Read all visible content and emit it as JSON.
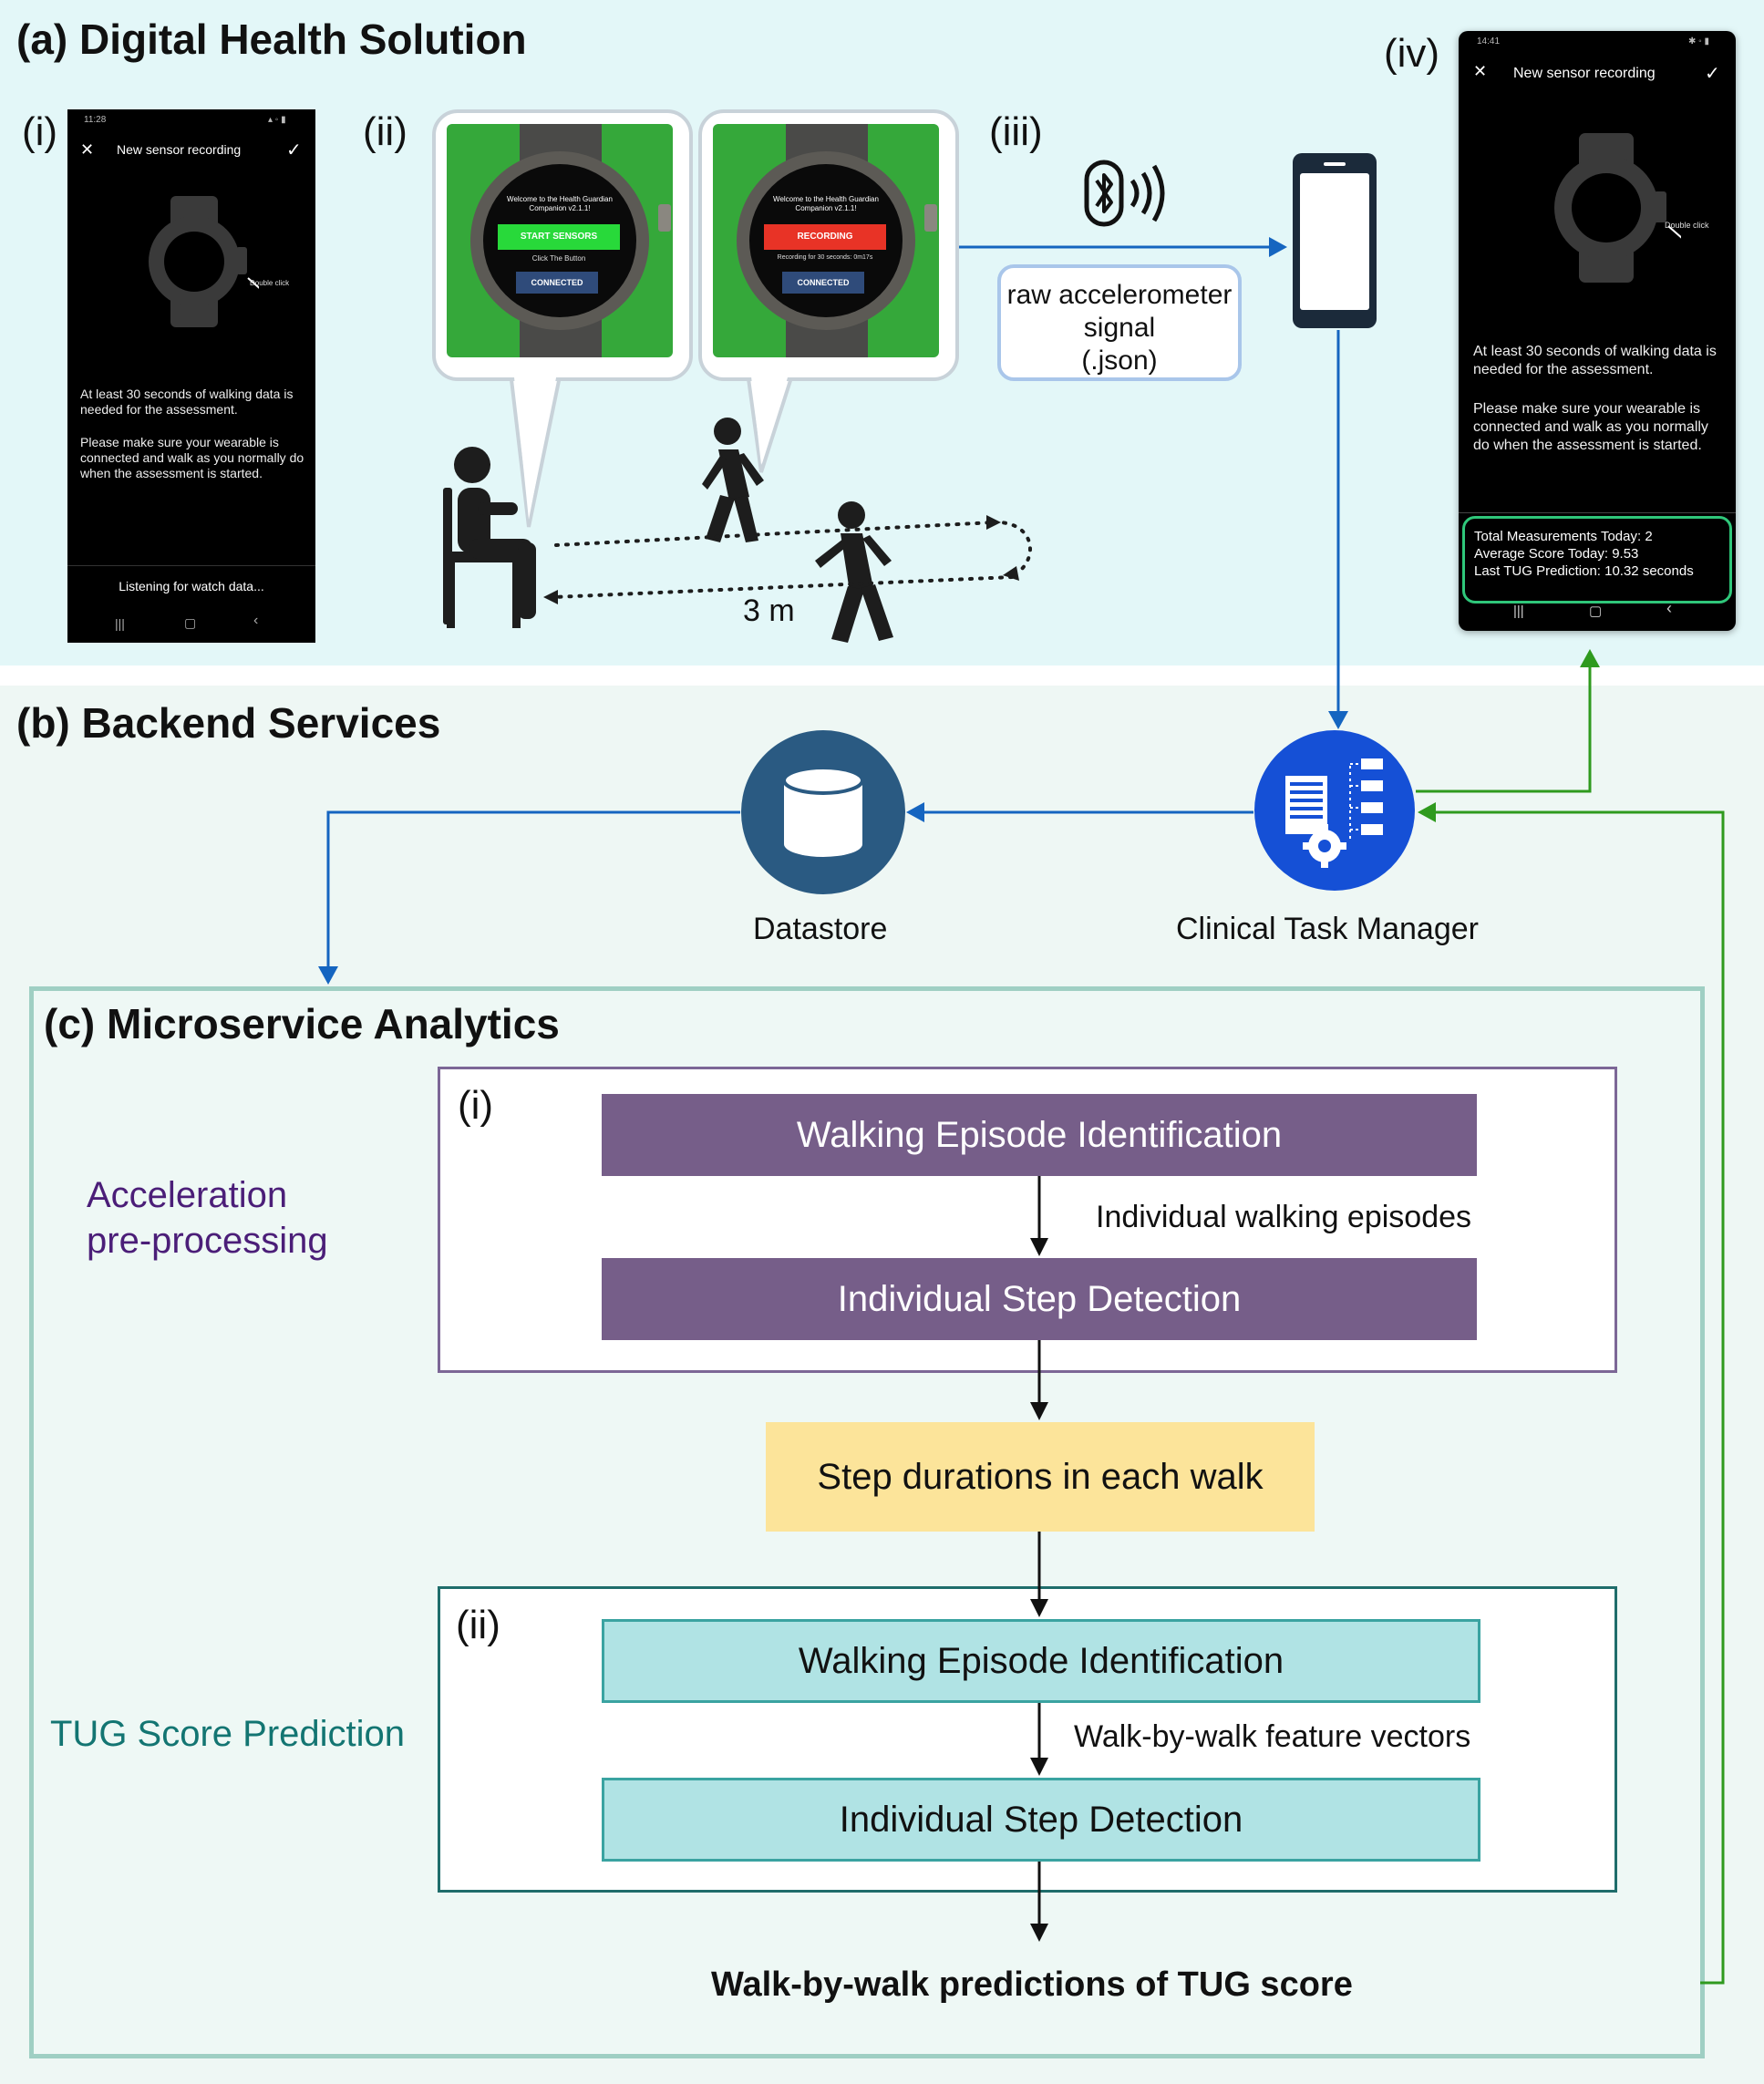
{
  "section_a": {
    "title": "(a) Digital Health Solution",
    "label_i": "(i)",
    "label_ii": "(ii)",
    "label_iii": "(iii)",
    "label_iv": "(iv)",
    "phone_i": {
      "status_time": "11:28",
      "title": "New sensor recording",
      "double_click": "Double click",
      "text1": "At least 30 seconds of walking data is needed for the assessment.",
      "text2": "Please make sure your wearable is connected and walk as you normally do when the assessment is started.",
      "listening": "Listening for watch data..."
    },
    "watch_left": {
      "welcome": "Welcome to the Health Guardian Companion v2.1.1!",
      "button": "START SENSORS",
      "hint": "Click The Button",
      "connected": "CONNECTED"
    },
    "watch_right": {
      "welcome": "Welcome to the Health Guardian Companion v2.1.1!",
      "button": "RECORDING",
      "hint": "Recording for 30 seconds: 0m17s",
      "connected": "CONNECTED"
    },
    "distance": "3 m",
    "raw_signal": [
      "raw accelerometer",
      "signal",
      "(.json)"
    ],
    "phone_iv": {
      "status_time": "14:41",
      "title": "New sensor recording",
      "double_click": "Double click",
      "text1": "At least 30 seconds of walking data is needed for the assessment.",
      "text2": "Please make sure your wearable is connected and walk as you normally do when the assessment is started.",
      "stats": [
        "Total Measurements Today: 2",
        "Average Score Today: 9.53",
        "Last TUG Prediction: 10.32 seconds"
      ]
    }
  },
  "section_b": {
    "title": "(b) Backend Services",
    "datastore": "Datastore",
    "task_manager": "Clinical Task Manager"
  },
  "section_c": {
    "title": "(c) Microservice Analytics",
    "pane_i_label": "(i)",
    "pane_ii_label": "(ii)",
    "side_i": [
      "Acceleration",
      "pre-processing"
    ],
    "side_ii": "TUG Score Prediction",
    "box_i_1": "Walking Episode Identification",
    "edge_i": "Individual walking episodes",
    "box_i_2": "Individual Step Detection",
    "middle": "Step durations in each walk",
    "box_ii_1": "Walking Episode Identification",
    "edge_ii": "Walk-by-walk feature vectors",
    "box_ii_2": "Individual Step Detection",
    "final": "Walk-by-walk predictions of TUG score"
  },
  "colors": {
    "blue_arrow": "#1565c0",
    "green_arrow": "#2f9a1e",
    "purple": "#765e89",
    "teal": "#b0e3e4",
    "yellow": "#fce49a",
    "icon_dark": "#2a5a82",
    "icon_blue": "#1550d6"
  }
}
